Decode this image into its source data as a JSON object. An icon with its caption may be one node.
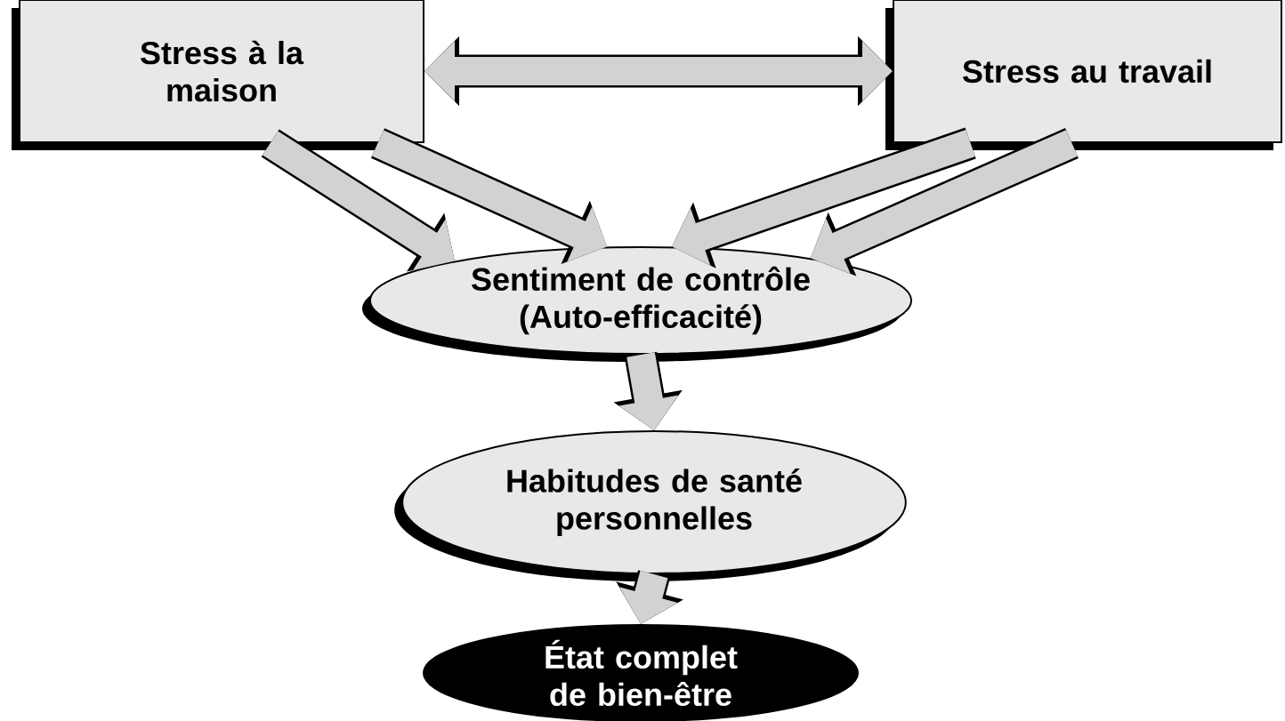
{
  "diagram": {
    "nodes": [
      {
        "text": [
          "Stress à la maison"
        ]
      },
      {
        "text": [
          "Stress au travail"
        ]
      },
      {
        "text": [
          "Sentiment de contrôle (Auto-efficacité)"
        ]
      },
      {
        "text": [
          "Habitudes de santé personnelles"
        ]
      },
      {
        "text": [
          "État complet de bien-être"
        ]
      }
    ],
    "edges": [
      {
        "from": 0,
        "to": 1,
        "arrow": "both"
      },
      {
        "from": 0,
        "to": 2,
        "arrow": "to"
      },
      {
        "from": 0,
        "to": 2,
        "arrow": "to"
      },
      {
        "from": 1,
        "to": 2,
        "arrow": "to"
      },
      {
        "from": 1,
        "to": 2,
        "arrow": "to"
      },
      {
        "from": 2,
        "to": 3,
        "arrow": "to"
      },
      {
        "from": 3,
        "to": 4,
        "arrow": "to"
      }
    ]
  }
}
